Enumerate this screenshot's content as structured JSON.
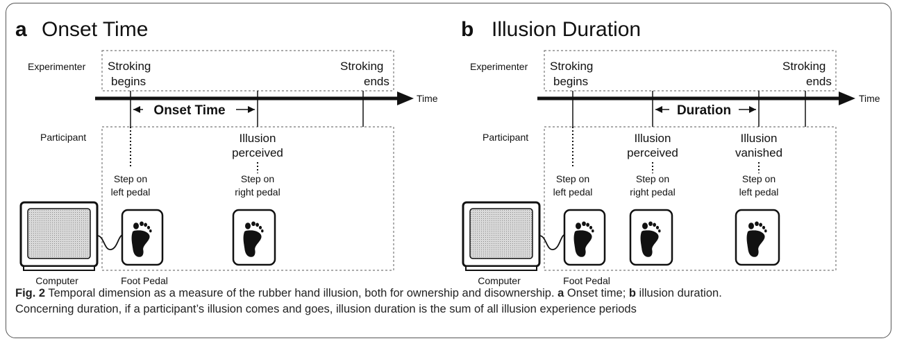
{
  "panel_a": {
    "letter": "a",
    "title": "Onset Time",
    "experimenter": "Experimenter",
    "participant": "Participant",
    "stroke_begin_1": "Stroking",
    "stroke_begin_2": "begins",
    "stroke_end_1": "Stroking",
    "stroke_end_2": "ends",
    "time": "Time",
    "interval": "Onset Time",
    "illusion_1": "Illusion",
    "illusion_2": "perceived",
    "left_step_1": "Step on",
    "left_step_2": "left pedal",
    "right_step_1": "Step on",
    "right_step_2": "right pedal",
    "foot_pedal": "Foot Pedal",
    "computer": "Computer"
  },
  "panel_b": {
    "letter": "b",
    "title": "Illusion Duration",
    "experimenter": "Experimenter",
    "participant": "Participant",
    "stroke_begin_1": "Stroking",
    "stroke_begin_2": "begins",
    "stroke_end_1": "Stroking",
    "stroke_end_2": "ends",
    "time": "Time",
    "interval": "Duration",
    "illusion_1": "Illusion",
    "illusion_2": "perceived",
    "vanish_1": "Illusion",
    "vanish_2": "vanished",
    "left_step_1": "Step on",
    "left_step_2": "left pedal",
    "right_step_1": "Step on",
    "right_step_2": "right pedal",
    "left2_step_1": "Step on",
    "left2_step_2": "left pedal",
    "foot_pedal": "Foot Pedal",
    "computer": "Computer"
  },
  "caption": {
    "fig_label": "Fig. 2",
    "text_1": " Temporal dimension as a measure of the rubber hand illusion, both for ownership and disownership. ",
    "a_label": "a",
    "text_2": " Onset time; ",
    "b_label": "b",
    "text_3": " illusion duration.",
    "text_4": "Concerning duration, if a participant’s illusion comes and goes, illusion duration is the sum of all illusion experience periods"
  },
  "colors": {
    "ink": "#111111",
    "dash": "#777777",
    "screen": "#c8c8c8"
  }
}
